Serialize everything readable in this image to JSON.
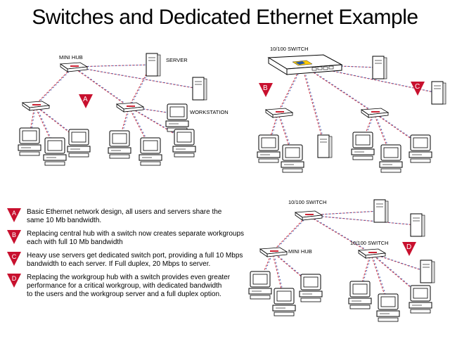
{
  "title": "Switches and Dedicated Ethernet Example",
  "diagram_labels": {
    "mini_hub": "MINI HUB",
    "server": "SERVER",
    "workstation": "WORKSTATION",
    "switch_top_right": "10/100 SWITCH",
    "switch_bottom_right": "10/100 SWITCH",
    "switch_bottom_right_2": "10/100 SWITCH",
    "mini_hub_bottom": "MINI HUB"
  },
  "markers": {
    "a": "A",
    "b": "B",
    "c": "C",
    "d": "D"
  },
  "legend": [
    {
      "letter": "A",
      "text": "Basic Ethernet network design, all users and servers share the\nsame 10 Mb bandwidth."
    },
    {
      "letter": "B",
      "text": "Replacing central hub with a switch now creates separate workgroups\neach with full 10 Mb bandwidth"
    },
    {
      "letter": "C",
      "text": "Heavy use servers get dedicated switch port, providing a full 10 Mbps\nbandwidth to each server.  If Full duplex, 20 Mbps to server."
    },
    {
      "letter": "D",
      "text": "Replacing the workgroup hub with a switch provides even greater\nperformance for a critical workgroup, with dedicated bandwidth\nto the users and the workgroup server and a full duplex option."
    }
  ],
  "colors": {
    "marker": "#c8102e",
    "cable_red": "#cc3344",
    "cable_blue": "#4466bb",
    "hub_red": "#cc2233"
  }
}
